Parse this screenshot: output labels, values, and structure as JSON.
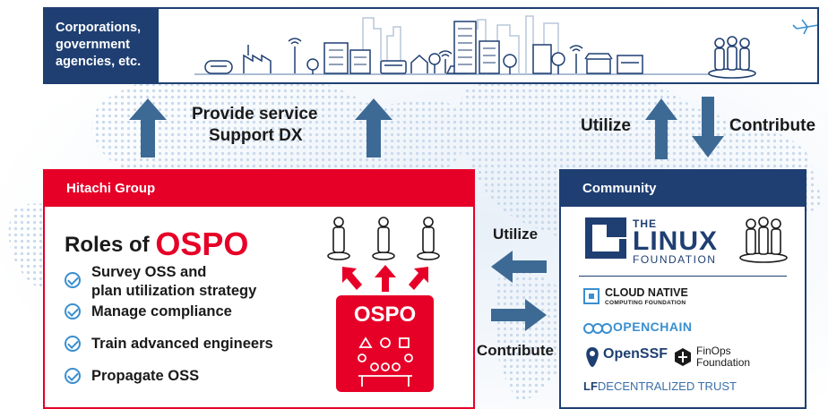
{
  "corporations": {
    "label_lines": [
      "Corporations,",
      "government",
      "agencies, etc."
    ]
  },
  "flow": {
    "provide_service": "Provide service",
    "support_dx": "Support DX",
    "utilize_top": "Utilize",
    "contribute_top": "Contribute",
    "utilize_mid": "Utilize",
    "contribute_mid": "Contribute"
  },
  "hitachi": {
    "header": "Hitachi Group",
    "roles_prefix": "Roles of ",
    "roles_highlight": "OSPO",
    "roles": [
      "Survey OSS and",
      "plan utilization strategy",
      "Manage compliance",
      "Train advanced engineers",
      "Propagate OSS"
    ],
    "badge": "OSPO"
  },
  "community": {
    "header": "Community",
    "linux_foundation": {
      "the": "THE",
      "linux": "LINUX",
      "foundation": "FOUNDATION"
    },
    "cncf": {
      "line1": "CLOUD NATIVE",
      "line2": "COMPUTING FOUNDATION"
    },
    "openchain": "OPENCHAIN",
    "openssf": "OpenSSF",
    "finops": {
      "line1": "FinOps",
      "line2": "Foundation"
    },
    "lf_decentralized": {
      "lf": "LF",
      "rest": "DECENTRALIZED TRUST"
    }
  },
  "colors": {
    "navy": "#1f3f72",
    "red": "#e60027",
    "arrow": "#3d6a95",
    "check": "#3a8fd0",
    "map_dots": "#c9d9ec"
  },
  "icons": [
    "airplane-icon",
    "person-group-icon",
    "person-icon",
    "wifi-icon",
    "checkmark-circle-icon",
    "meeting-icon"
  ]
}
